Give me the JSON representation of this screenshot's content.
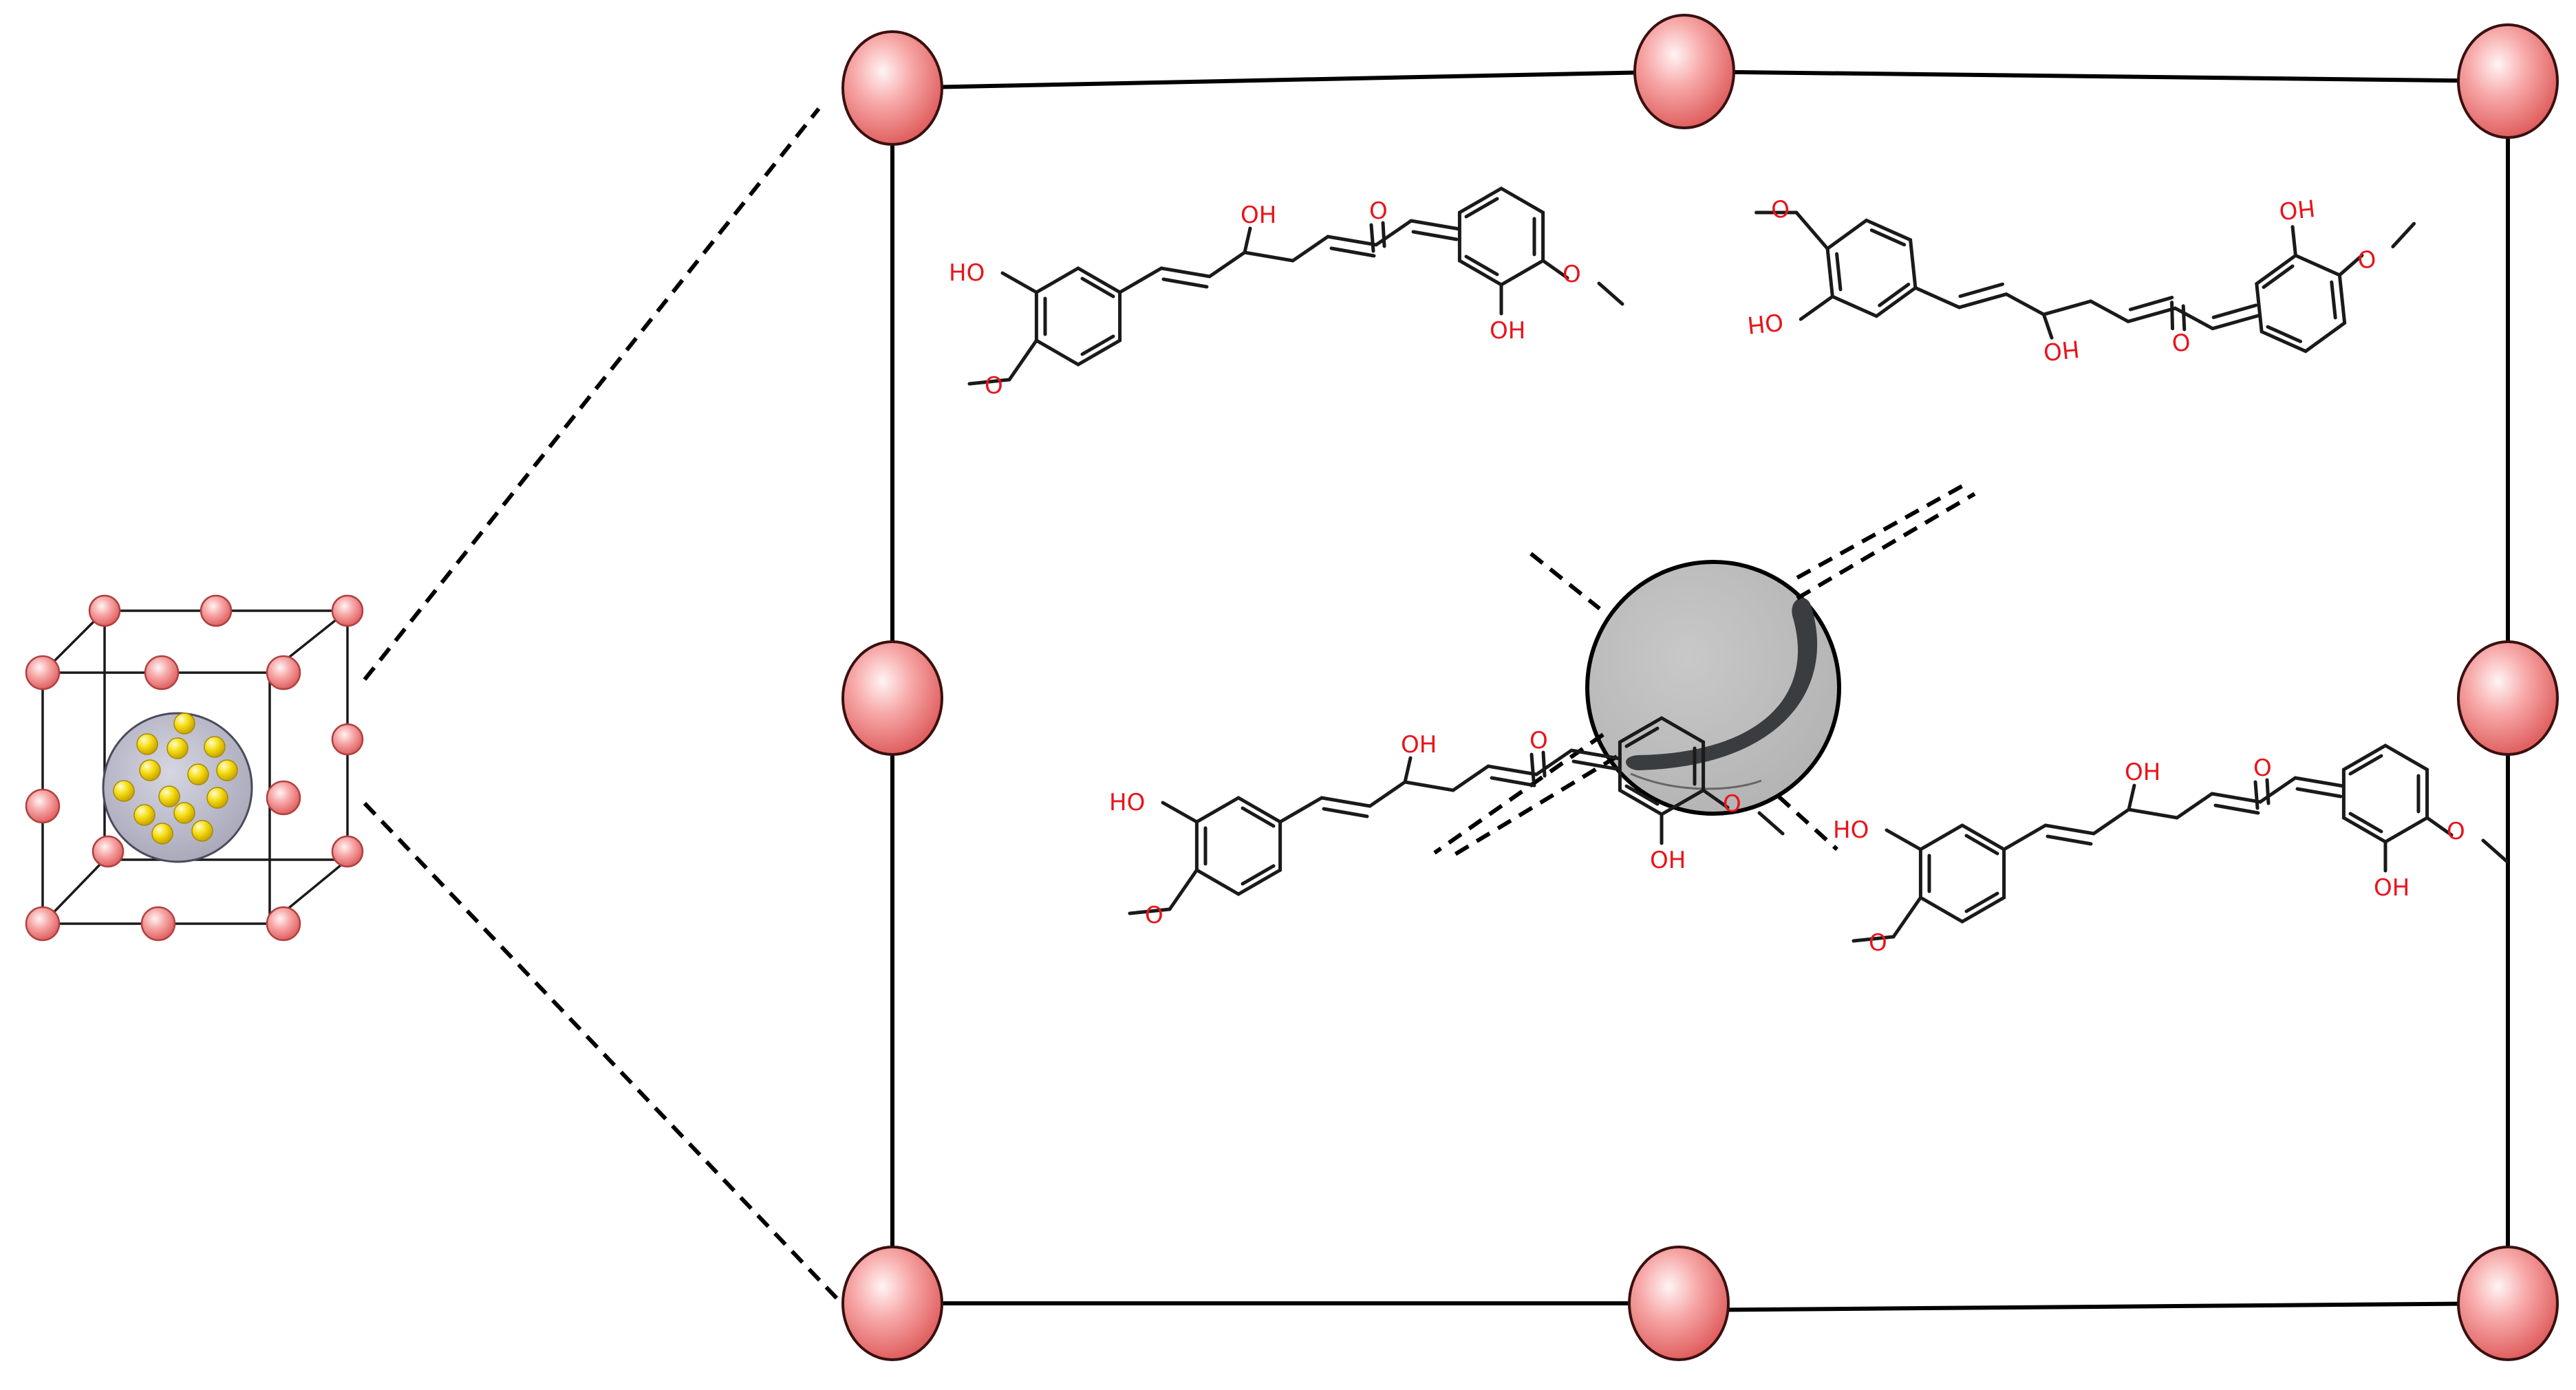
{
  "labels": {
    "hydroxyl": "OH",
    "hydroxyl_reversed": "HO",
    "carbonyl_oxygen": "O"
  },
  "colors": {
    "lattice_atom": "#f28a8a",
    "gold_atom": "#f2d700",
    "nanoparticle_core": "#b8b8c6",
    "central_particle": "#bdbdbd",
    "heteroatom_text": "#e8141c"
  }
}
